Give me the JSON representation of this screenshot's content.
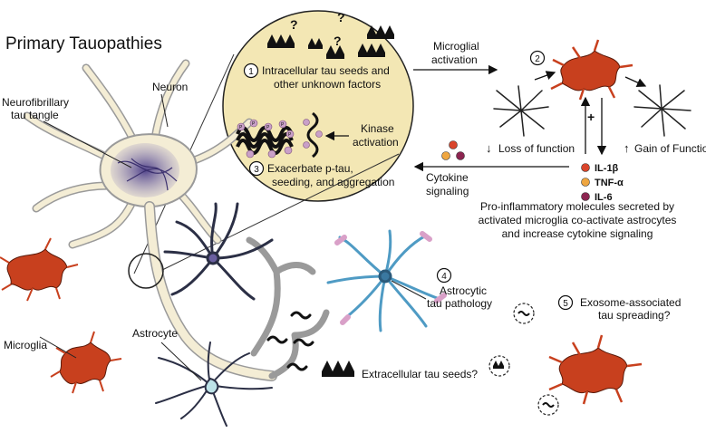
{
  "title": "Primary Tauopathies",
  "labels": {
    "neurofibrillary_line1": "Neurofibrillary",
    "neurofibrillary_line2": "tau tangle",
    "neuron": "Neuron",
    "microglia": "Microglia",
    "astrocyte": "Astrocyte",
    "extracellular_tau_seeds": "Extracellular tau seeds?",
    "astrocytic_line1": "Astrocytic",
    "astrocytic_line2": "tau pathology",
    "exosome_line1": "Exosome-associated",
    "exosome_line2": "tau spreading?"
  },
  "steps": {
    "step1": {
      "number": "1",
      "line1": "Intracellular tau seeds and",
      "line2": "other unknown factors"
    },
    "step2": {
      "number": "2"
    },
    "step3": {
      "number": "3",
      "line1": "Exacerbate p-tau,",
      "line2": "seeding, and aggregation"
    },
    "step4": {
      "number": "4"
    },
    "step5": {
      "number": "5"
    }
  },
  "circle": {
    "question_mark": "?",
    "kinase_line1": "Kinase",
    "kinase_line2": "activation",
    "phospho": "P"
  },
  "flow": {
    "microglial_line1": "Microglial",
    "microglial_line2": "activation",
    "loss_of_function": "Loss of function",
    "gain_of_function": "Gain of Function",
    "plus": "+",
    "cytokine_line1": "Cytokine",
    "cytokine_line2": "signaling",
    "up_arrow": "↑",
    "down_arrow": "↓"
  },
  "cytokines": [
    {
      "name": "IL-1β",
      "color": "#d9452c"
    },
    {
      "name": "TNF-α",
      "color": "#efa640"
    },
    {
      "name": "IL-6",
      "color": "#8c2450"
    }
  ],
  "description": {
    "line1": "Pro-inflammatory molecules secreted by",
    "line2": "activated microglia co-activate astrocytes",
    "line3": "and increase cytokine signaling"
  },
  "colors": {
    "circle_fill": "#f3e7b4",
    "neuron_fill": "#f4edd5",
    "neuron_stroke": "#9a9a9a",
    "tangle": "#5b4a8f",
    "microglia": "#c8401e",
    "astrocyte_dark": "#2b2f45",
    "astrocyte_blue": "#4f9bc4",
    "tau_pink": "#d9a0c8"
  }
}
